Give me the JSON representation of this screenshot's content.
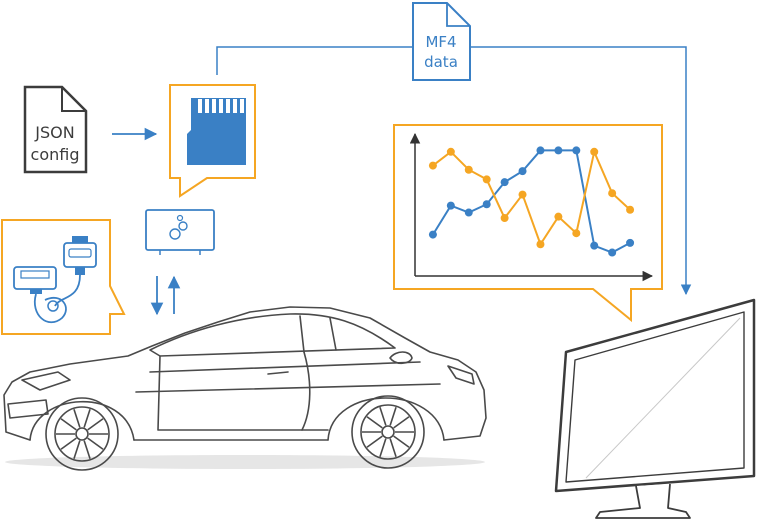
{
  "colors": {
    "blue": "#3a80c5",
    "orange": "#f5a623",
    "dark": "#3c3c3c",
    "gray": "#8a8a8a",
    "white": "#ffffff"
  },
  "doc_json": {
    "line1": "JSON",
    "line2": "config"
  },
  "doc_mf4": {
    "line1": "MF4",
    "line2": "data"
  },
  "icons": {
    "json_doc": "document-icon",
    "mf4_doc": "document-icon",
    "sd_card": "sd-card-icon",
    "logger": "data-logger-icon",
    "connector": "obd-connector-icon",
    "car": "car-icon",
    "monitor": "monitor-icon"
  },
  "chart_data": {
    "type": "line",
    "title": "",
    "xlabel": "",
    "ylabel": "",
    "x": [
      1,
      2,
      3,
      4,
      5,
      6,
      7,
      8,
      9,
      10,
      11,
      12
    ],
    "series": [
      {
        "color": "#3a80c5",
        "values": [
          3.0,
          5.1,
          4.6,
          5.2,
          6.8,
          7.6,
          9.1,
          9.1,
          9.1,
          2.2,
          1.7,
          2.4
        ]
      },
      {
        "color": "#f5a623",
        "values": [
          8.0,
          9.0,
          7.7,
          7.0,
          4.2,
          5.9,
          2.3,
          4.3,
          3.1,
          9.0,
          6.0,
          4.8
        ]
      }
    ],
    "xlim": [
      0,
      13
    ],
    "ylim": [
      0,
      10
    ],
    "grid": false,
    "legend": "none"
  }
}
